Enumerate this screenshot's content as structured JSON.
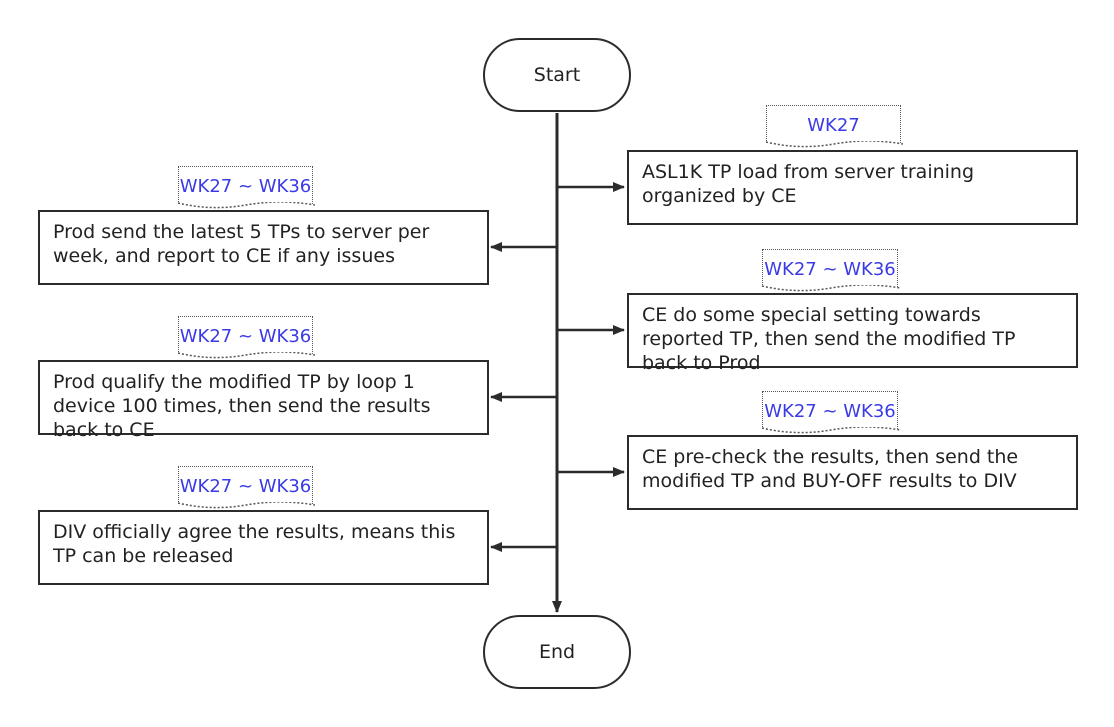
{
  "diagram": {
    "start_label": "Start",
    "end_label": "End",
    "steps": [
      {
        "text": "ASL1K TP load from server training organized by CE",
        "tag": "WK27"
      },
      {
        "text": "Prod send the latest 5 TPs to server per week, and report to CE if any issues",
        "tag": "WK27 ~ WK36"
      },
      {
        "text": "CE do some special setting towards reported TP, then send the modified TP back to Prod",
        "tag": "WK27 ~ WK36"
      },
      {
        "text": "Prod qualify the modified TP by loop 1 device 100 times, then send the results back to CE",
        "tag": "WK27 ~ WK36"
      },
      {
        "text": "CE pre-check the results, then send the modified TP and BUY-OFF results to DIV",
        "tag": "WK27 ~ WK36"
      },
      {
        "text": "DIV officially agree the results, means this TP can be released",
        "tag": "WK27 ~ WK36"
      }
    ],
    "colors": {
      "line": "#2b2b2b",
      "tag_text": "#3a3ae6"
    }
  }
}
